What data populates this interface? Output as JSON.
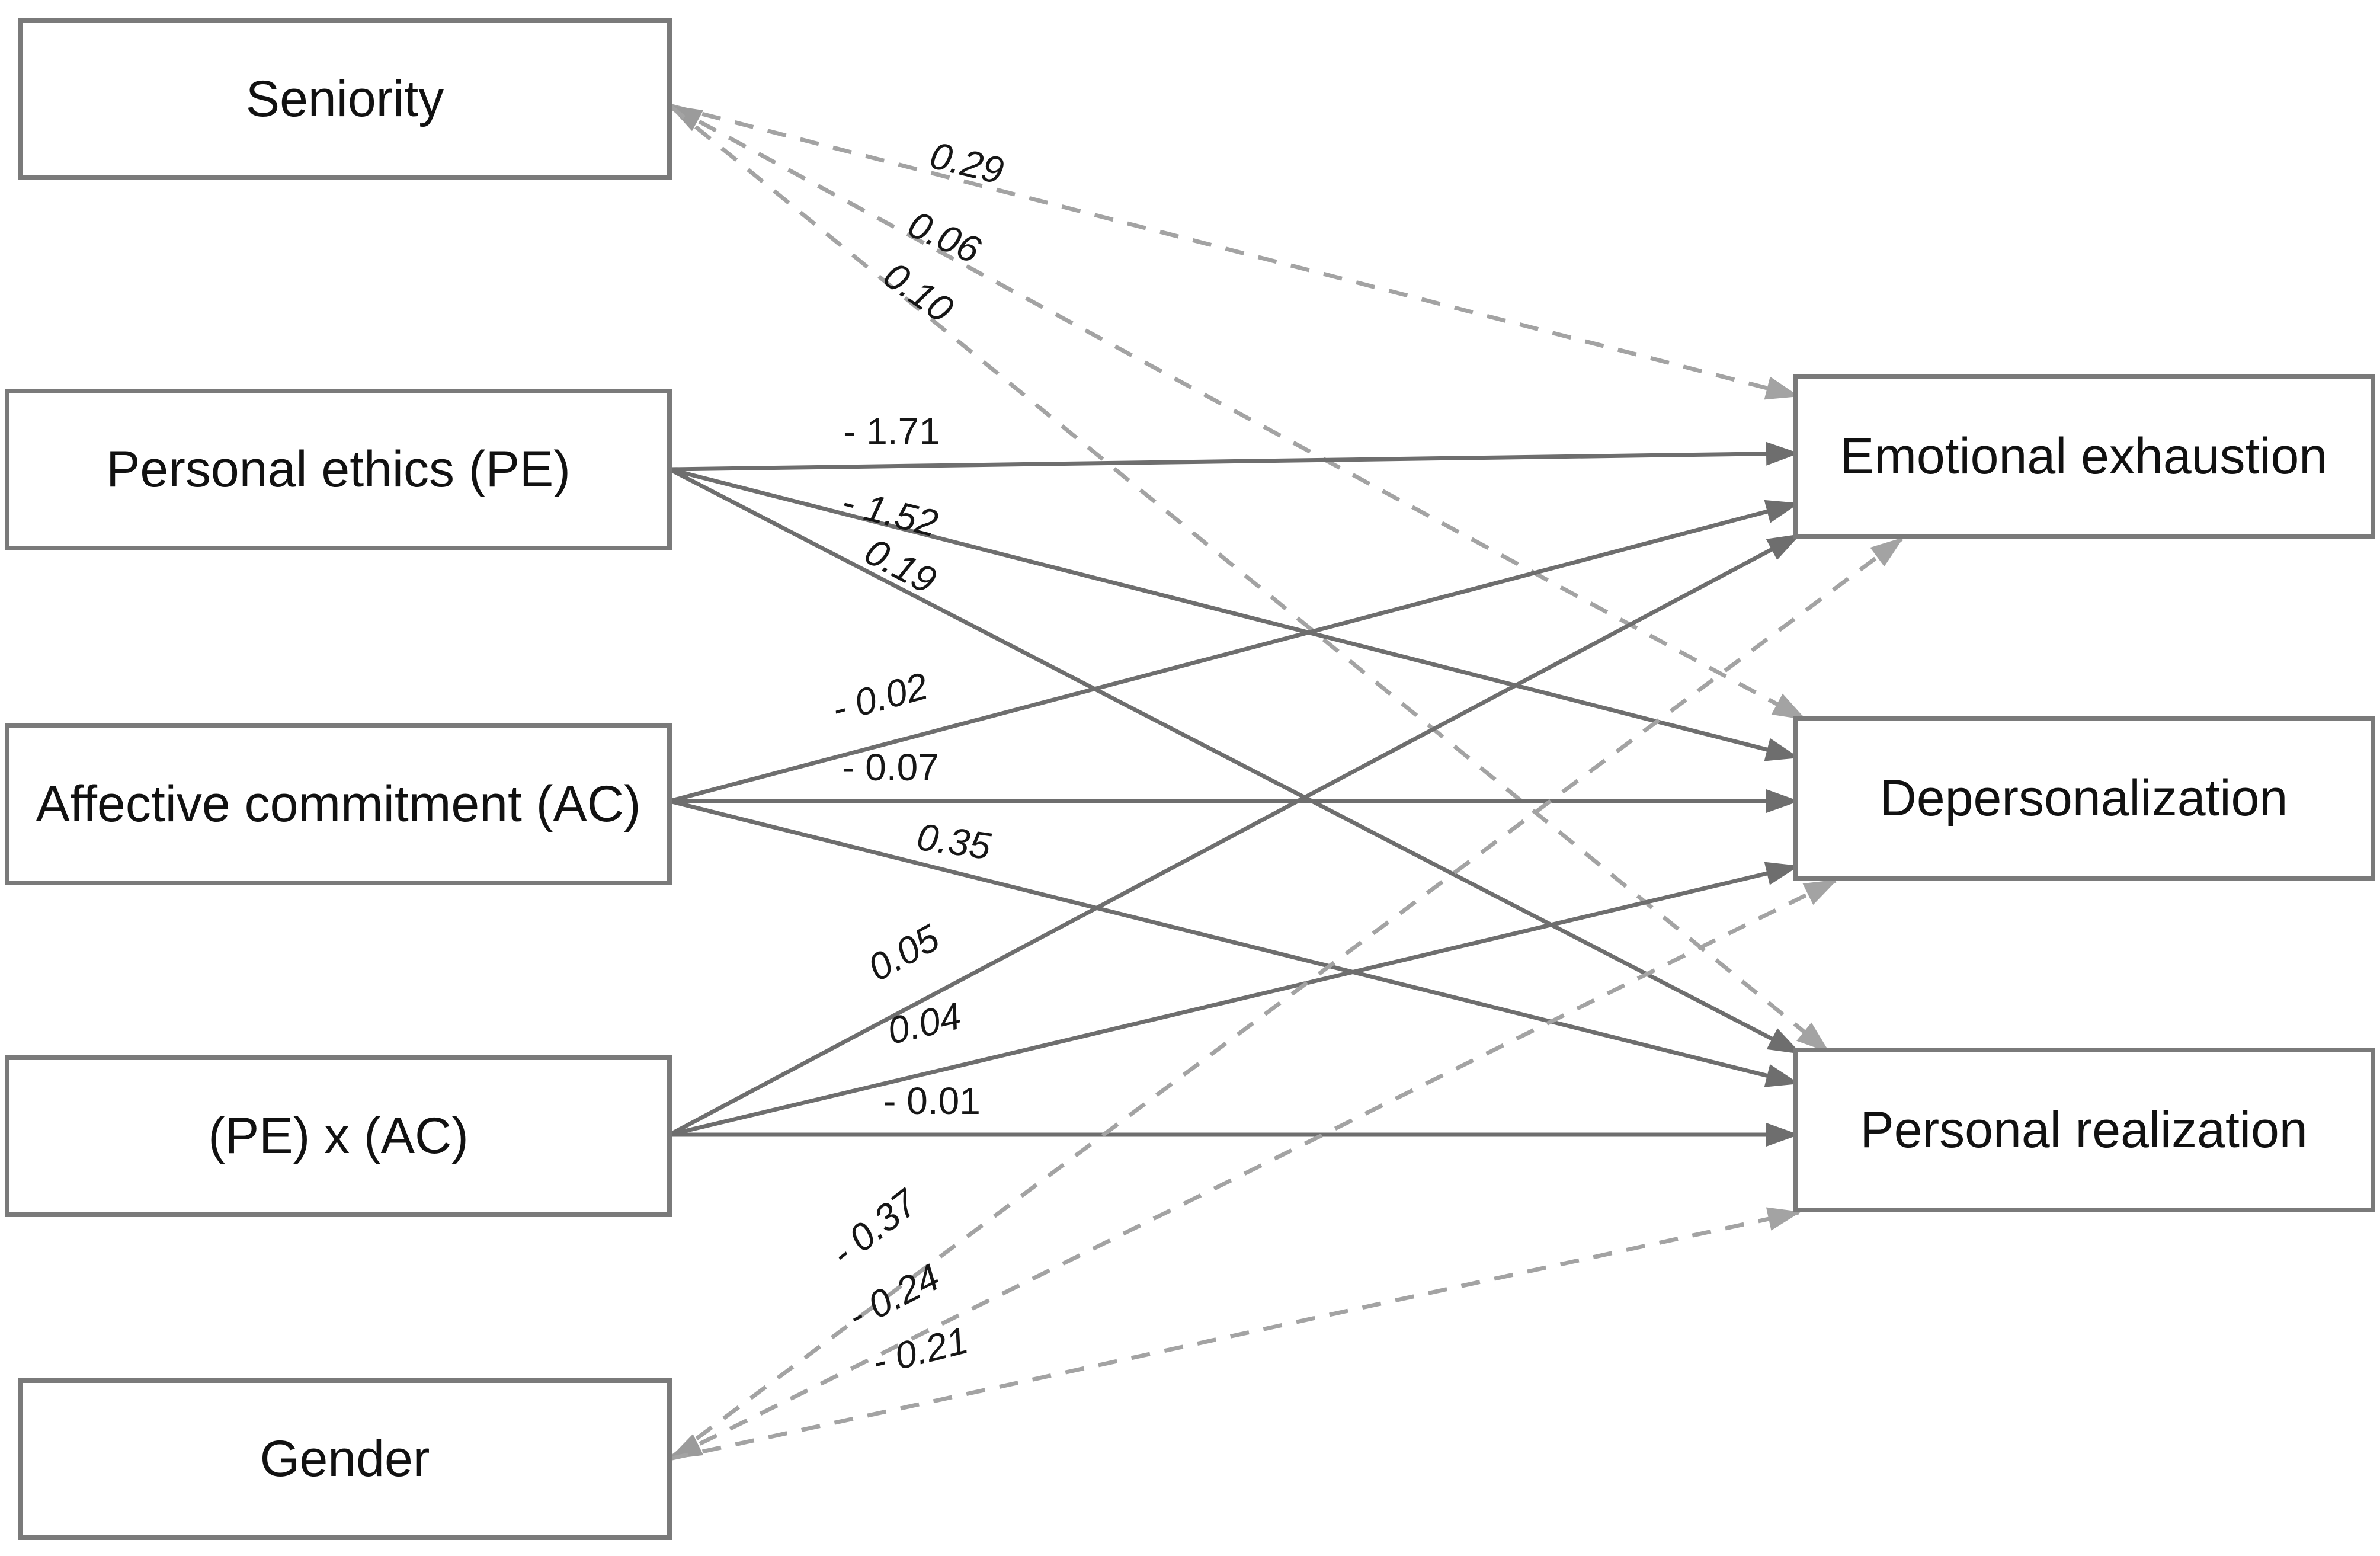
{
  "diagram": {
    "title": "Path model: predictors of burnout dimensions",
    "colors": {
      "background": "#ffffff",
      "box_border": "#7a7a7a",
      "box_fill": "#ffffff",
      "solid_line": "#6e6e6e",
      "dashed_line": "#a3a3a3",
      "text": "#111111"
    },
    "nodes": [
      {
        "id": "seniority",
        "label": "Seniority",
        "role": "predictor"
      },
      {
        "id": "personal-ethics",
        "label": "Personal ethics (PE)",
        "role": "predictor"
      },
      {
        "id": "affective-commitment",
        "label": "Affective commitment (AC)",
        "role": "predictor"
      },
      {
        "id": "pe-x-ac",
        "label": "(PE) x (AC)",
        "role": "predictor"
      },
      {
        "id": "gender",
        "label": "Gender",
        "role": "predictor"
      },
      {
        "id": "emotional-exhaustion",
        "label": "Emotional exhaustion",
        "role": "outcome"
      },
      {
        "id": "depersonalization",
        "label": "Depersonalization",
        "role": "outcome"
      },
      {
        "id": "personal-realization",
        "label": "Personal realization",
        "role": "outcome"
      }
    ],
    "edges": [
      {
        "from": "Seniority",
        "to": "Emotional exhaustion",
        "label": "0.29",
        "style": "dashed"
      },
      {
        "from": "Seniority",
        "to": "Depersonalization",
        "label": "0.06",
        "style": "dashed"
      },
      {
        "from": "Seniority",
        "to": "Personal realization",
        "label": "0.10",
        "style": "dashed"
      },
      {
        "from": "Personal ethics (PE)",
        "to": "Emotional exhaustion",
        "label": "- 1.71",
        "style": "solid"
      },
      {
        "from": "Personal ethics (PE)",
        "to": "Depersonalization",
        "label": "- 1.52",
        "style": "solid"
      },
      {
        "from": "Personal ethics (PE)",
        "to": "Personal realization",
        "label": "0.19",
        "style": "solid"
      },
      {
        "from": "Affective commitment (AC)",
        "to": "Emotional exhaustion",
        "label": "- 0.02",
        "style": "solid"
      },
      {
        "from": "Affective commitment (AC)",
        "to": "Depersonalization",
        "label": "- 0.07",
        "style": "solid"
      },
      {
        "from": "Affective commitment (AC)",
        "to": "Personal realization",
        "label": "0.35",
        "style": "solid"
      },
      {
        "from": "(PE) x (AC)",
        "to": "Emotional exhaustion",
        "label": "0.05",
        "style": "solid"
      },
      {
        "from": "(PE) x (AC)",
        "to": "Depersonalization",
        "label": "0.04",
        "style": "solid"
      },
      {
        "from": "(PE) x (AC)",
        "to": "Personal realization",
        "label": "- 0.01",
        "style": "solid"
      },
      {
        "from": "Gender",
        "to": "Emotional exhaustion",
        "label": "- 0.37",
        "style": "dashed"
      },
      {
        "from": "Gender",
        "to": "Depersonalization",
        "label": "- 0.24",
        "style": "dashed"
      },
      {
        "from": "Gender",
        "to": "Personal realization",
        "label": "- 0.21",
        "style": "dashed"
      }
    ]
  }
}
